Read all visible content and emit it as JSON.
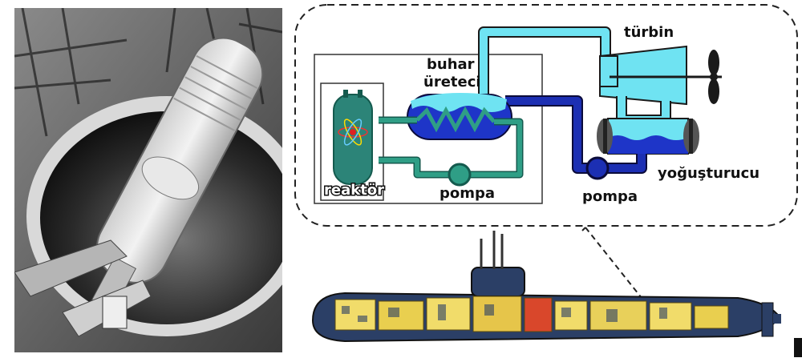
{
  "labels": {
    "turbine": "türbin",
    "steam_generator_line1": "buhar",
    "steam_generator_line2": "üreteci",
    "reactor": "reaktör",
    "pump_primary": "pompa",
    "pump_secondary": "pompa",
    "condenser": "yoğuşturucu"
  },
  "colors": {
    "primary_loop": "#2f9e86",
    "reactor_body": "#2c8478",
    "steam": "#6fe3f2",
    "feedwater": "#1c2fb3",
    "condenser_water": "#1e35c8",
    "hull": "#2b3f66",
    "compartment": "#f1dc6a"
  }
}
